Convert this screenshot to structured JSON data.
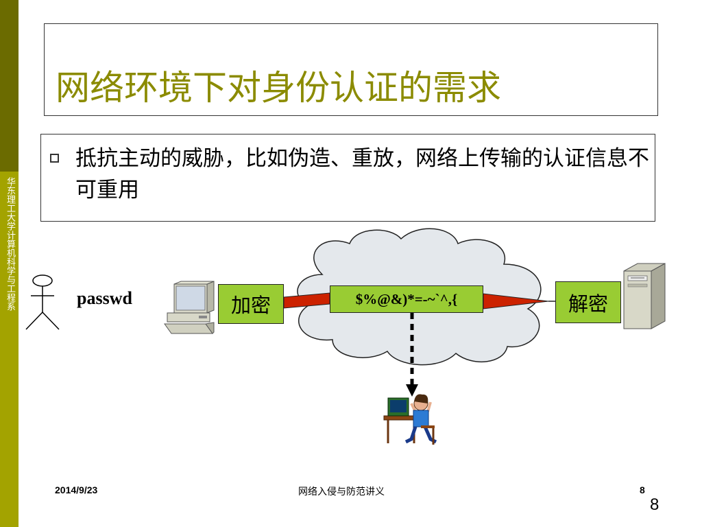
{
  "sidebar": {
    "vertical_text": "华东理工大学计算机科学与工程系"
  },
  "slide": {
    "title": "网络环境下对身份认证的需求",
    "bullets": [
      {
        "text": "抵抗主动的威胁，比如伪造、重放，网络上传输的认证信息不可重用"
      }
    ]
  },
  "diagram": {
    "user_label": "passwd",
    "encrypt_label": "加密",
    "cipher_text": "$%@&)*=-~`^,{",
    "decrypt_label": "解密"
  },
  "footer": {
    "date": "2014/9/23",
    "center": "网络入侵与防范讲义",
    "page": "8"
  },
  "page_number": "8",
  "colors": {
    "sidebar_dark": "#6b6b00",
    "sidebar_light": "#a3a300",
    "title": "#8b8b00",
    "box_green": "#99cc33",
    "cloud": "#e4e8ec",
    "arrow_red": "#cc2200"
  }
}
